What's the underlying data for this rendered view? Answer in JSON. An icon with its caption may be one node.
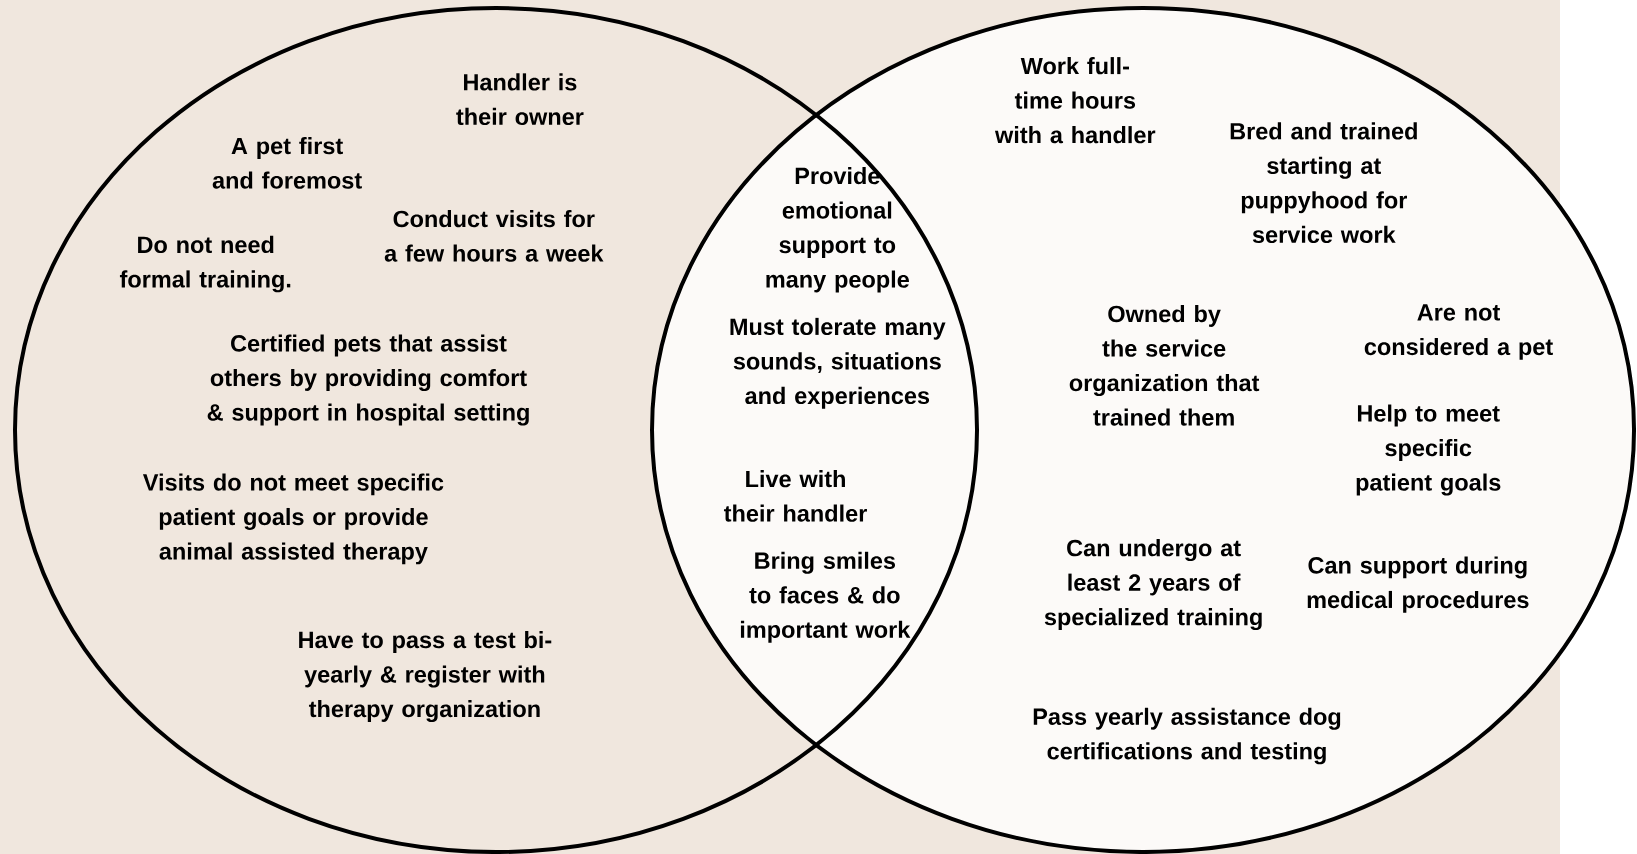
{
  "diagram": {
    "nodes": [
      {
        "text": [],
        "shape": "circle"
      },
      {
        "text": [],
        "shape": "circle"
      }
    ],
    "labels": [
      "Handler is their owner",
      "A pet first and foremost",
      "Conduct visits for a few hours a week",
      "Do not need formal training.",
      "Certified pets that assist others by providing comfort & support in hospital setting",
      "Visits do not meet specific patient goals or provide animal assisted therapy",
      "Have to pass a test bi-yearly & register with therapy organization",
      "Provide emotional support to many people",
      "Must tolerate many sounds, situations and experiences",
      "Live with their handler",
      "Bring smiles to faces & do important work",
      "Work full-time hours with a handler",
      "Bred and trained starting at puppyhood for service work",
      "Owned by the service organization that trained them",
      "Are not considered a pet",
      "Help to meet specific patient goals",
      "Can undergo at least 2 years of specialized training",
      "Can support during medical procedures",
      "Pass yearly assistance dog certifications and testing"
    ]
  }
}
